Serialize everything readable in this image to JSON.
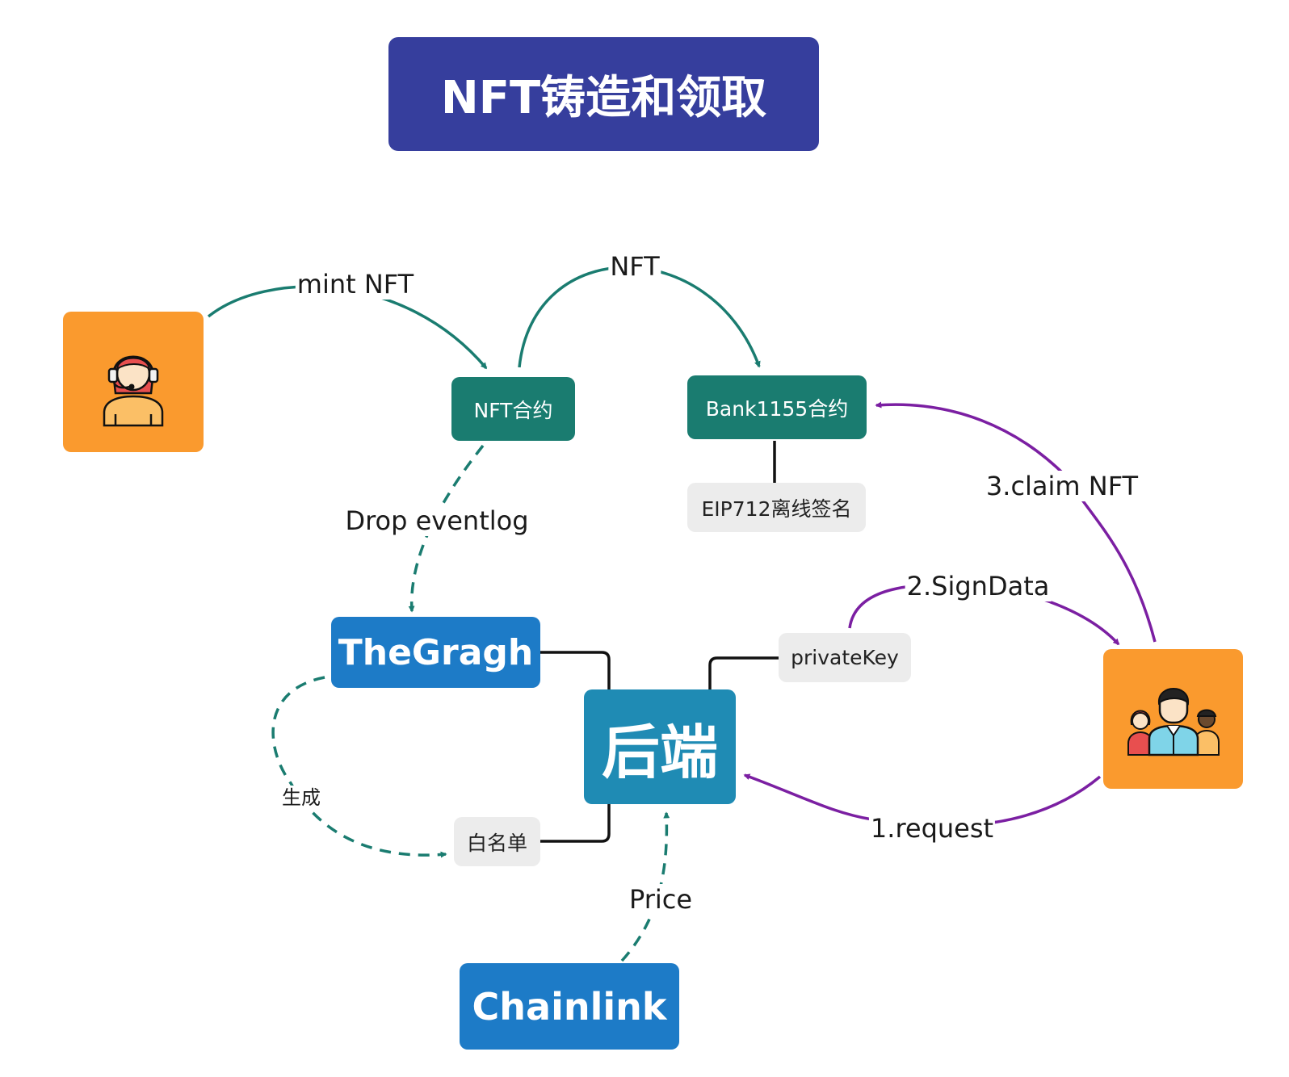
{
  "title": "NFT铸造和领取",
  "nodes": {
    "nft_contract": "NFT合约",
    "bank_contract": "Bank1155合约",
    "eip712": "EIP712离线签名",
    "thegraph": "TheGragh",
    "backend": "后端",
    "private_key": "privateKey",
    "whitelist": "白名单",
    "chainlink": "Chainlink"
  },
  "edges": {
    "mint": "mint NFT",
    "nft": "NFT",
    "drop": "Drop eventlog",
    "claim": "3.claim NFT",
    "sign": "2.SignData",
    "generate": "生成",
    "request": "1.request",
    "price": "Price"
  },
  "actors": {
    "left": "support-agent-icon",
    "right": "user-group-icon"
  },
  "colors": {
    "title_bg": "#363e9d",
    "contract_bg": "#1a7c70",
    "service_bg": "#1d7bc7",
    "backend_bg": "#1f8bb4",
    "actor_bg": "#fa9a2e",
    "tag_bg": "#ececec",
    "teal_arrow": "#1a7c70",
    "purple_arrow": "#7b1fa2"
  }
}
